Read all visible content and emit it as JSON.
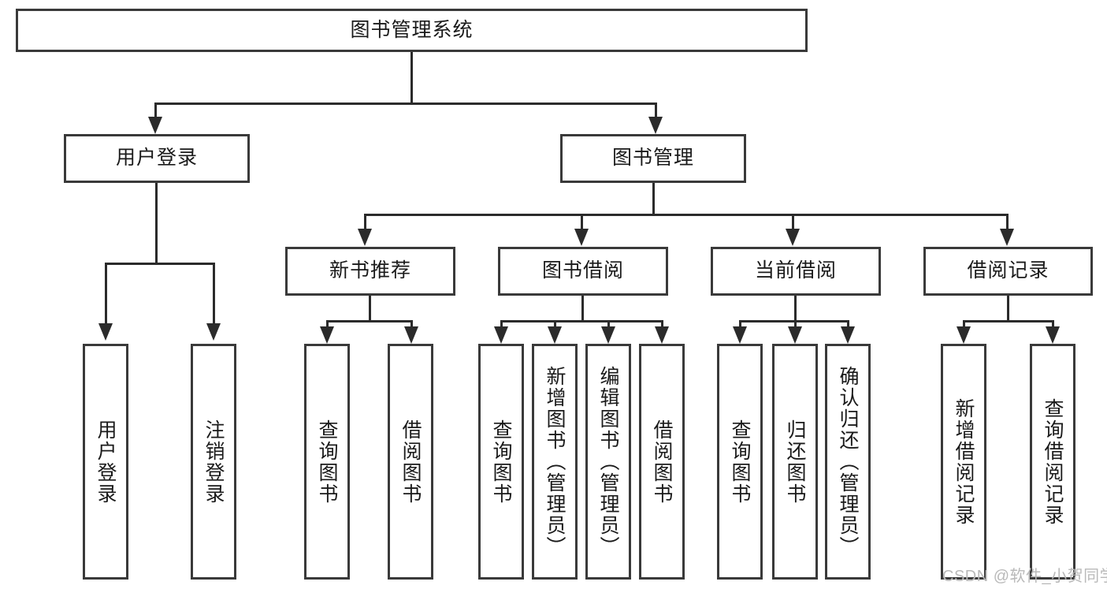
{
  "diagram": {
    "type": "tree-hierarchy-chart",
    "title": "图书管理系统",
    "root": {
      "label": "图书管理系统"
    },
    "level2": [
      {
        "label": "用户登录"
      },
      {
        "label": "图书管理"
      }
    ],
    "level3": [
      {
        "label": "新书推荐"
      },
      {
        "label": "图书借阅"
      },
      {
        "label": "当前借阅"
      },
      {
        "label": "借阅记录"
      }
    ],
    "leaves_user_login": [
      {
        "label": "用户登录"
      },
      {
        "label": "注销登录"
      }
    ],
    "leaves_new_book": [
      {
        "label": "查询图书"
      },
      {
        "label": "借阅图书"
      }
    ],
    "leaves_borrow": [
      {
        "label": "查询图书"
      },
      {
        "label": "新增图书（管理员）"
      },
      {
        "label": "编辑图书（管理员）"
      },
      {
        "label": "借阅图书"
      }
    ],
    "leaves_current": [
      {
        "label": "查询图书"
      },
      {
        "label": "归还图书"
      },
      {
        "label": "确认归还（管理员）"
      }
    ],
    "leaves_records": [
      {
        "label": "新增借阅记录"
      },
      {
        "label": "查询借阅记录"
      }
    ]
  },
  "watermark": {
    "text": "CSDN @软件_小贺同学"
  },
  "colors": {
    "border": "#3a3a3a",
    "line": "#2b2b2b",
    "text": "#1a1a1a",
    "background": "#ffffff",
    "watermark": "#b9b9b9"
  }
}
